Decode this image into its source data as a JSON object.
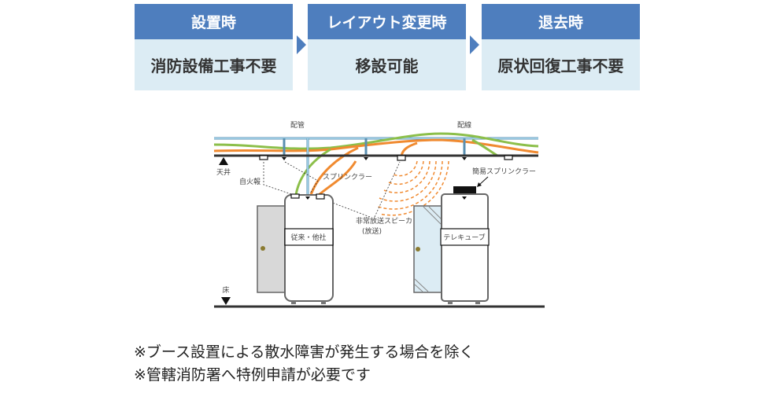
{
  "steps": [
    {
      "heading": "設置時",
      "value": "消防設備工事不要"
    },
    {
      "heading": "レイアウト変更時",
      "value": "移設可能"
    },
    {
      "heading": "退去時",
      "value": "原状回復工事不要"
    }
  ],
  "diagram": {
    "label_piping": "配管",
    "label_wiring": "配線",
    "label_ceiling": "天井",
    "label_floor": "床",
    "label_fire_alarm": "自火報",
    "label_sprinkler": "スプリンクラー",
    "label_simple_sprinkler": "簡易スプリンクラー",
    "label_speaker_line1": "非常放送スピーカ",
    "label_speaker_line2": "(放送)",
    "booth_left": "従来・他社",
    "booth_right": "テレキューブ"
  },
  "notes": [
    "※ブース設置による散水障害が発生する場合を除く",
    "※管轄消防署へ特例申請が必要です"
  ],
  "colors": {
    "header_blue": "#4e7ebe",
    "body_light_blue": "#dcecf4",
    "pipe_blue": "#9fd0e8",
    "wire_green": "#8cbf4a",
    "wire_orange": "#f08a30"
  }
}
